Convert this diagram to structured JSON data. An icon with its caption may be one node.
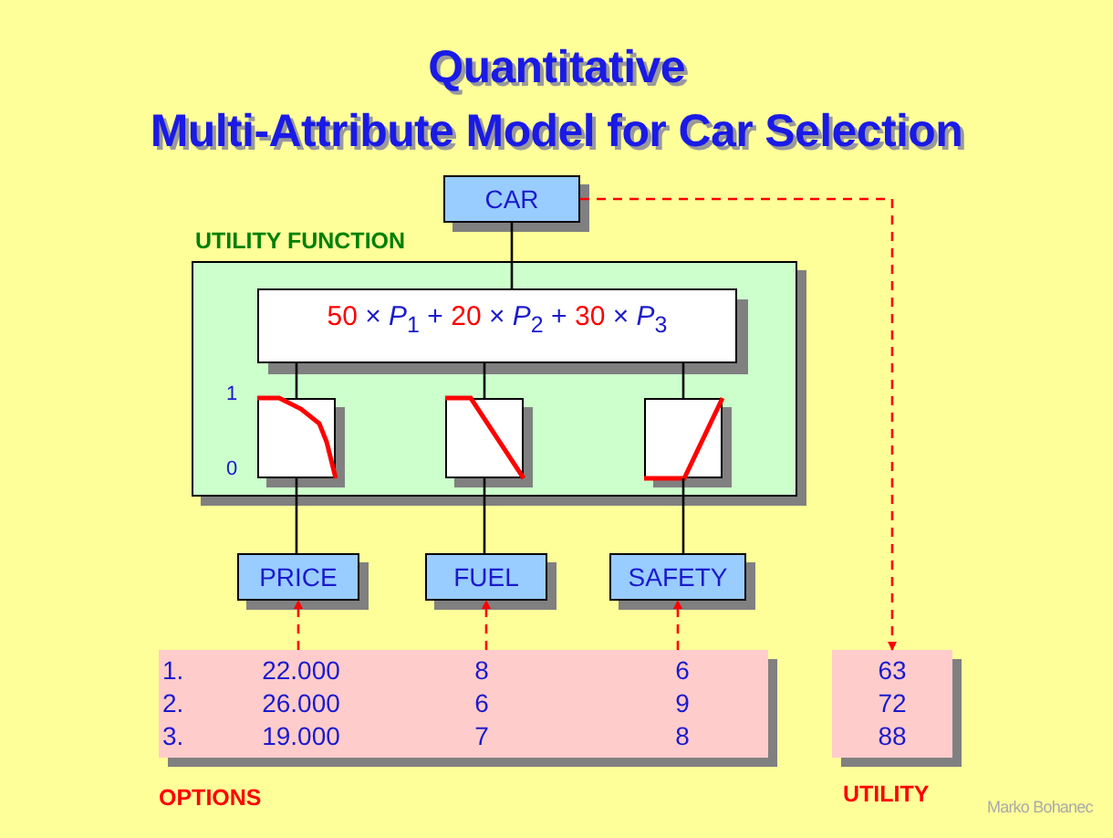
{
  "diagram": {
    "title": "Quantitative Multi-Attribute Model for Car Selection",
    "nodes": [
      {
        "text": [
          "CAR"
        ]
      },
      {
        "text": [
          "UTILITY FUNCTION"
        ]
      },
      {
        "text": [
          "50 × *P*$_{1}$ + 20 × *P*$_{2}$ + 30 × *P*$_{3}$"
        ],
        "in": 1
      },
      {
        "text": [],
        "shape": "box",
        "in": 1
      },
      {
        "text": [],
        "shape": "box",
        "in": 1
      },
      {
        "text": [],
        "shape": "box",
        "in": 1
      },
      {
        "text": [
          "PRICE"
        ]
      },
      {
        "text": [
          "FUEL"
        ]
      },
      {
        "text": [
          "SAFETY"
        ]
      },
      {
        "text": [
          "1.",
          "22.000",
          "8",
          "6",
          "2.",
          "26.000",
          "6",
          "9",
          "3.",
          "19.000",
          "7",
          "8"
        ],
        "beside": [
          "OPTIONS"
        ]
      },
      {
        "text": [
          "63",
          "72",
          "88"
        ],
        "beside": [
          "UTILITY"
        ]
      }
    ],
    "edges": [
      {
        "from": 0,
        "to": 2,
        "arrow": "none"
      },
      {
        "from": 2,
        "to": 3,
        "arrow": "none"
      },
      {
        "from": 2,
        "to": 4,
        "arrow": "none"
      },
      {
        "from": 2,
        "to": 5,
        "arrow": "none"
      },
      {
        "from": 3,
        "to": 6,
        "arrow": "none"
      },
      {
        "from": 4,
        "to": 7,
        "arrow": "none"
      },
      {
        "from": 5,
        "to": 8,
        "arrow": "none"
      },
      {
        "from": 9,
        "to": 6,
        "arrow": "to",
        "style": "dashed",
        "color": "#ff0000"
      },
      {
        "from": 9,
        "to": 7,
        "arrow": "to",
        "style": "dashed",
        "color": "#ff0000"
      },
      {
        "from": 9,
        "to": 8,
        "arrow": "to",
        "style": "dashed",
        "color": "#ff0000"
      },
      {
        "from": 0,
        "to": 10,
        "arrow": "to",
        "style": "dashed",
        "color": "#ff0000"
      }
    ],
    "labels": [
      "1",
      "0",
      "Marko Bohanec"
    ]
  }
}
